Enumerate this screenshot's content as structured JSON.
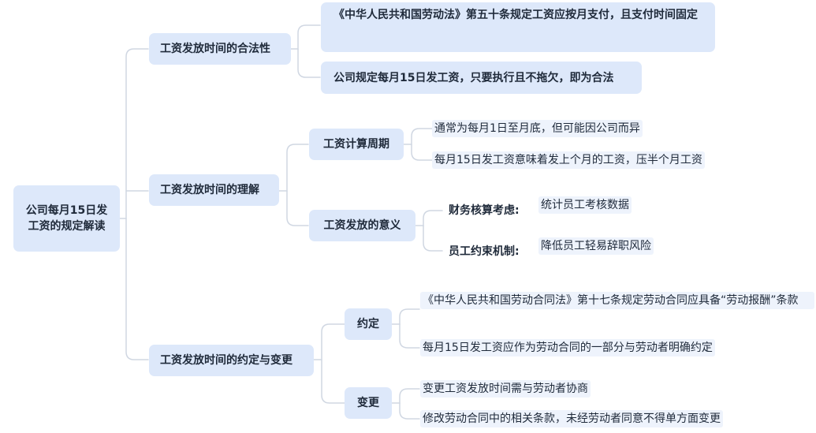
{
  "root": {
    "label": "公司每月15日发工资的规定解读"
  },
  "legality": {
    "label": "工资发放时间的合法性",
    "items": [
      "《中华人民共和国劳动法》第五十条规定工资应按月支付，且支付时间固定",
      "公司规定每月15日发工资，只要执行且不拖欠，即为合法"
    ]
  },
  "understanding": {
    "label": "工资发放时间的理解",
    "cycle": {
      "label": "工资计算周期",
      "items": [
        "通常为每月1日至月底，但可能因公司而异",
        "每月15日发工资意味着发上个月的工资，压半个月工资"
      ]
    },
    "meaning": {
      "label": "工资发放的意义",
      "finance": {
        "label": "财务核算考虑:",
        "value": "统计员工考核数据"
      },
      "constraint": {
        "label": "员工约束机制:",
        "value": "降低员工轻易辞职风险"
      }
    }
  },
  "agreement": {
    "label": "工资发放时间的约定与变更",
    "promise": {
      "label": "约定",
      "items": [
        "《中华人民共和国劳动合同法》第十七条规定劳动合同应具备“劳动报酬”条款",
        "每月15日发工资应作为劳动合同的一部分与劳动者明确约定"
      ]
    },
    "change": {
      "label": "变更",
      "items": [
        "变更工资发放时间需与劳动者协商",
        "修改劳动合同中的相关条款，未经劳动者同意不得单方面变更"
      ]
    }
  }
}
